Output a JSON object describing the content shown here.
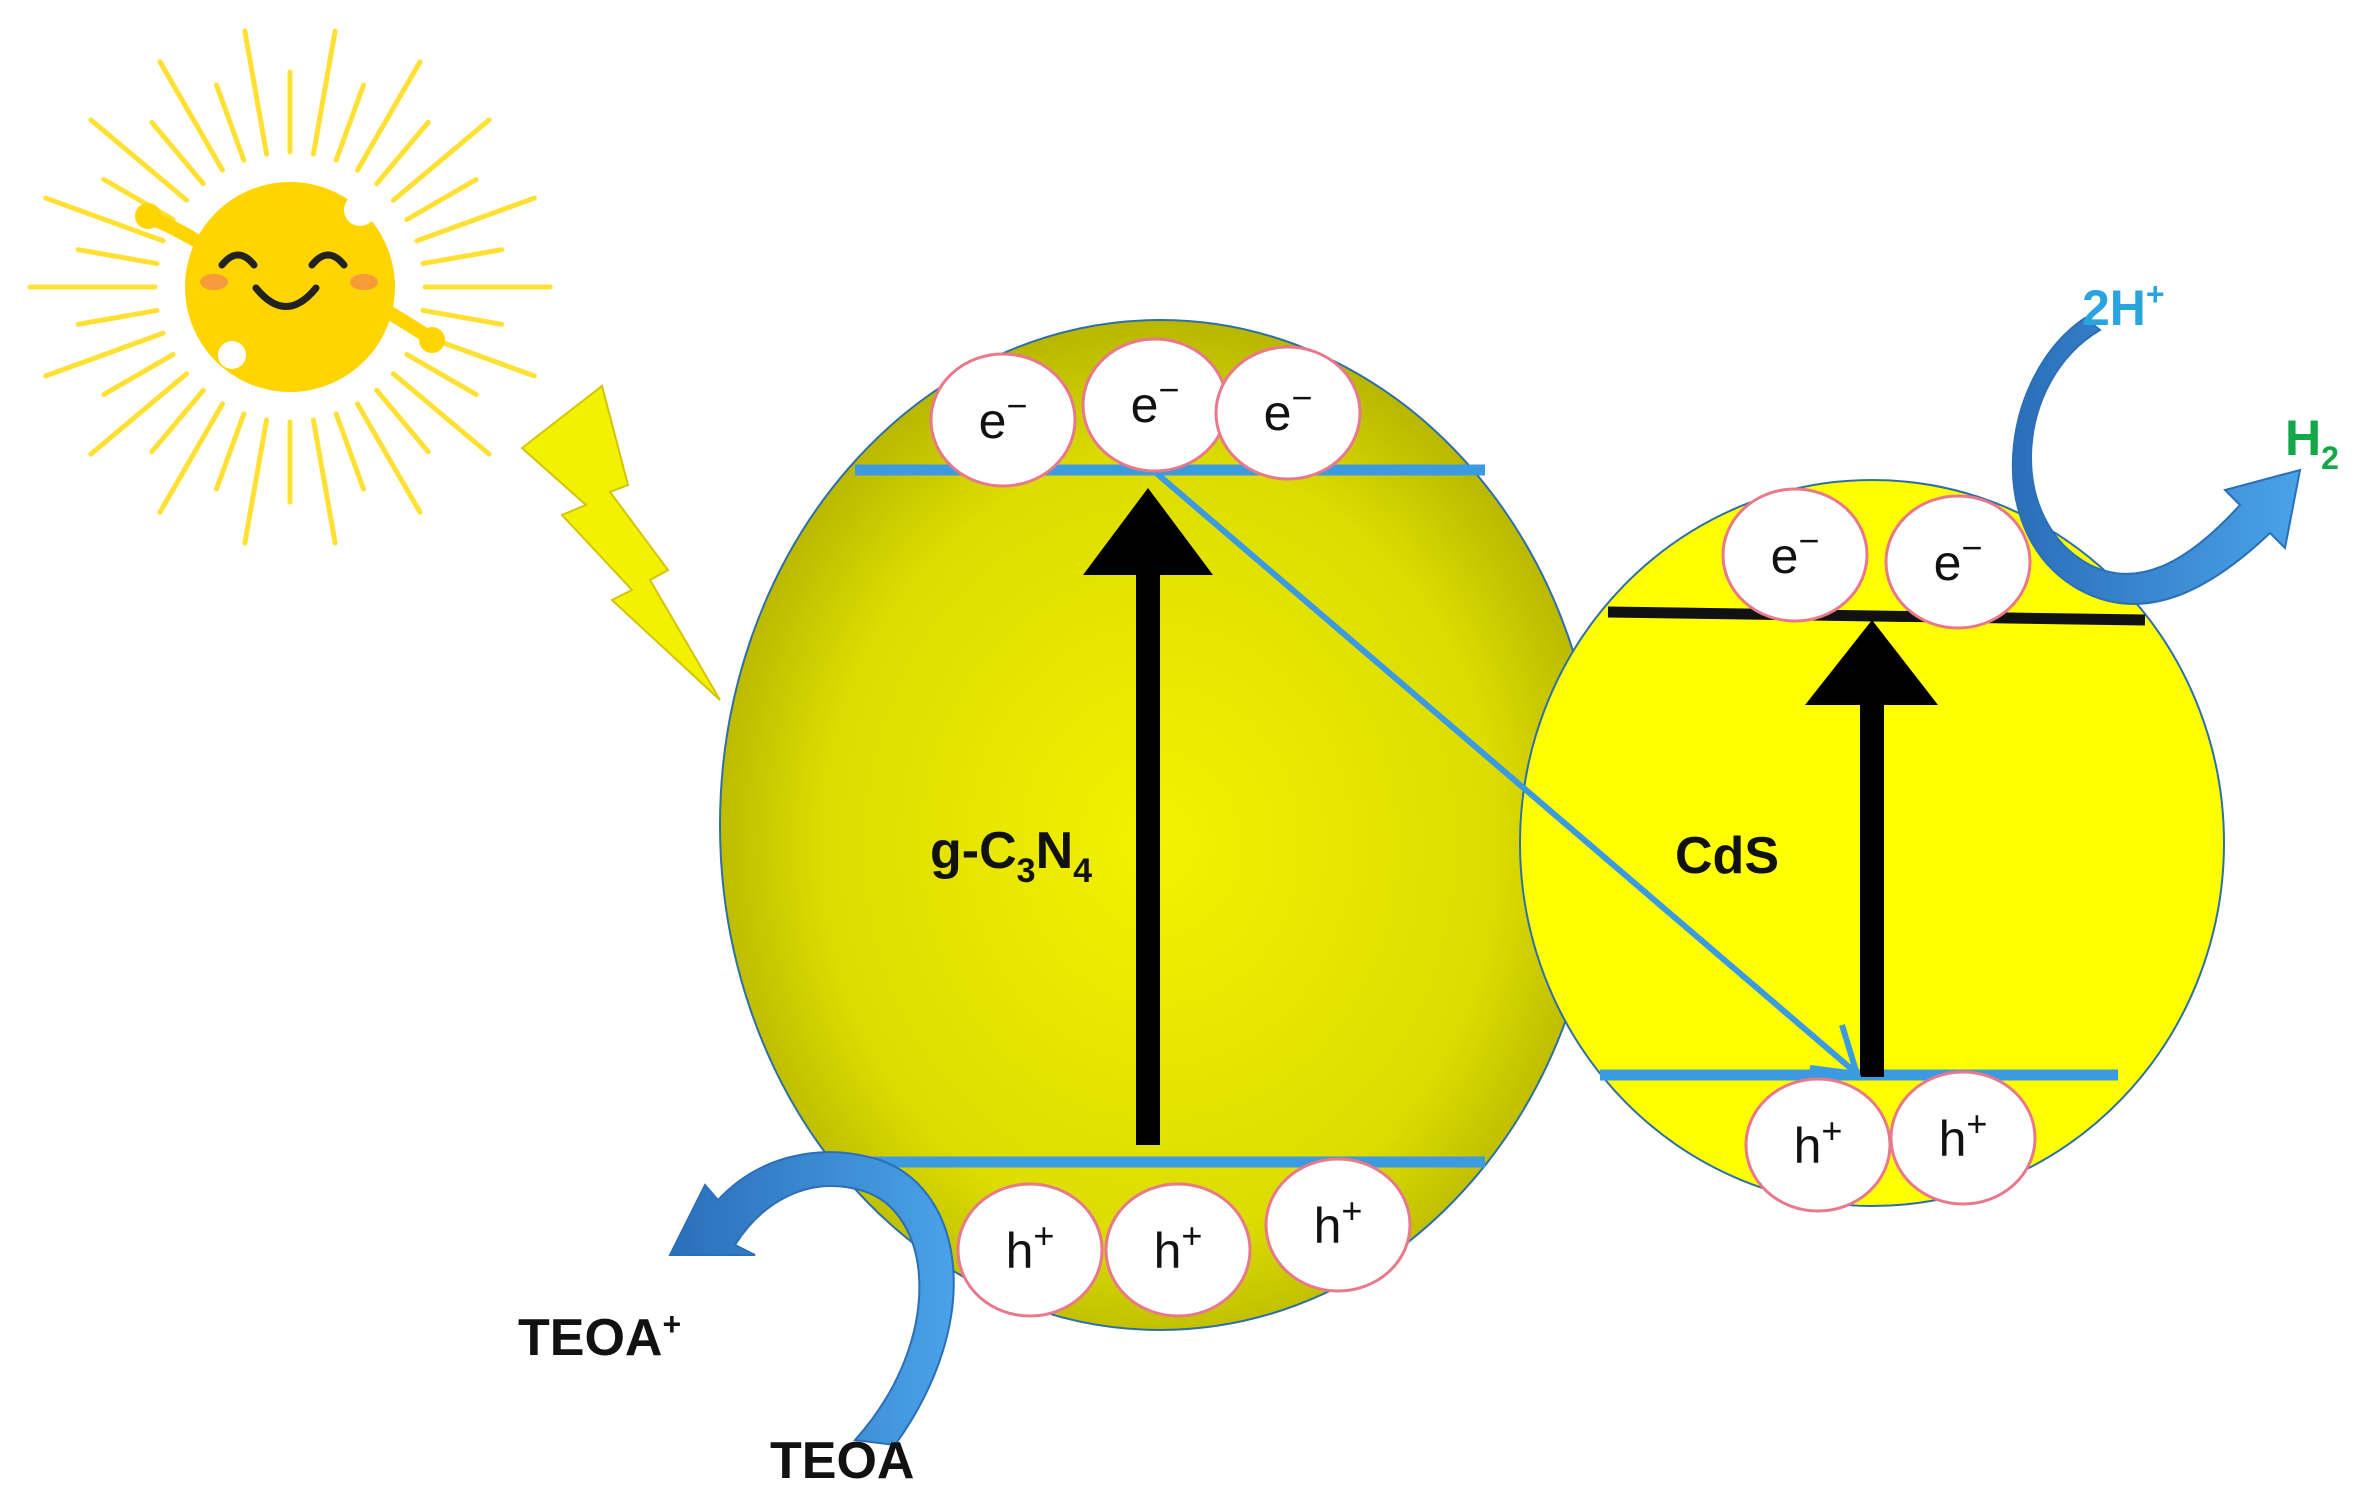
{
  "labels": {
    "gcn_main": "g-C",
    "gcn_sub1": "3",
    "gcn_n": "N",
    "gcn_sub2": "4",
    "cds": "CdS",
    "two_h_main": "2H",
    "two_h_sup": "+",
    "h2_main": "H",
    "h2_sub": "2",
    "teoa": "TEOA",
    "teoa_plus_main": "TEOA",
    "teoa_plus_sup": "+"
  },
  "particles": {
    "electron": {
      "base": "e",
      "sup": "−"
    },
    "hole": {
      "base": "h",
      "sup": "+"
    }
  },
  "colors": {
    "gcn_fill_center": "#f3f200",
    "gcn_fill_edge": "#b5b400",
    "cds_fill": "#ffff00",
    "band_blue": "#3c9ae0",
    "curved_arrow_blue": "#2f7fc8",
    "two_h_color": "#2aa4de",
    "h2_color": "#12a84a",
    "bubble_border": "#e8788a",
    "sun": "#ffd400",
    "bolt": "#f2f200"
  },
  "icons": [
    "sun-icon",
    "lightning-bolt-icon"
  ]
}
